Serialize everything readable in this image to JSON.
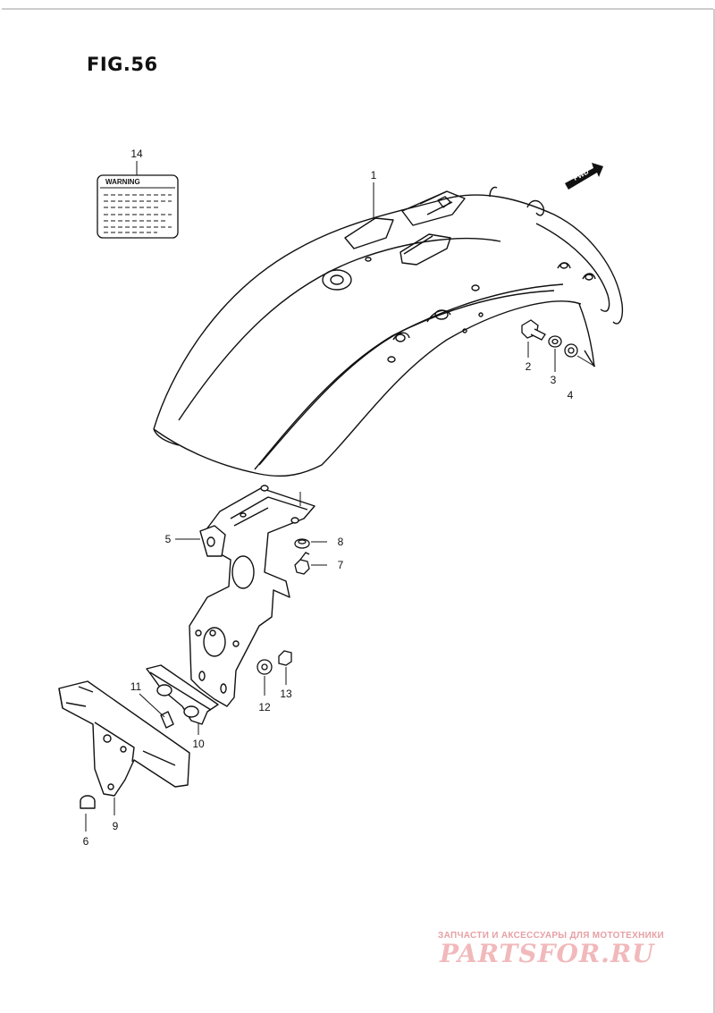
{
  "figure": {
    "title": "FIG.56"
  },
  "warning_label": {
    "text": "WARNING"
  },
  "direction_badge": {
    "text": "FWD"
  },
  "callouts": [
    {
      "number": "1"
    },
    {
      "number": "2"
    },
    {
      "number": "3"
    },
    {
      "number": "4"
    },
    {
      "number": "5"
    },
    {
      "number": "6"
    },
    {
      "number": "7"
    },
    {
      "number": "8"
    },
    {
      "number": "9"
    },
    {
      "number": "10"
    },
    {
      "number": "11"
    },
    {
      "number": "12"
    },
    {
      "number": "13"
    },
    {
      "number": "14"
    }
  ],
  "watermark": {
    "tagline": "ЗАПЧАСТИ И АКСЕССУАРЫ ДЛЯ МОТОТЕХНИКИ",
    "logo": "PARTSFOR.RU",
    "color": "#f1b9bb"
  }
}
